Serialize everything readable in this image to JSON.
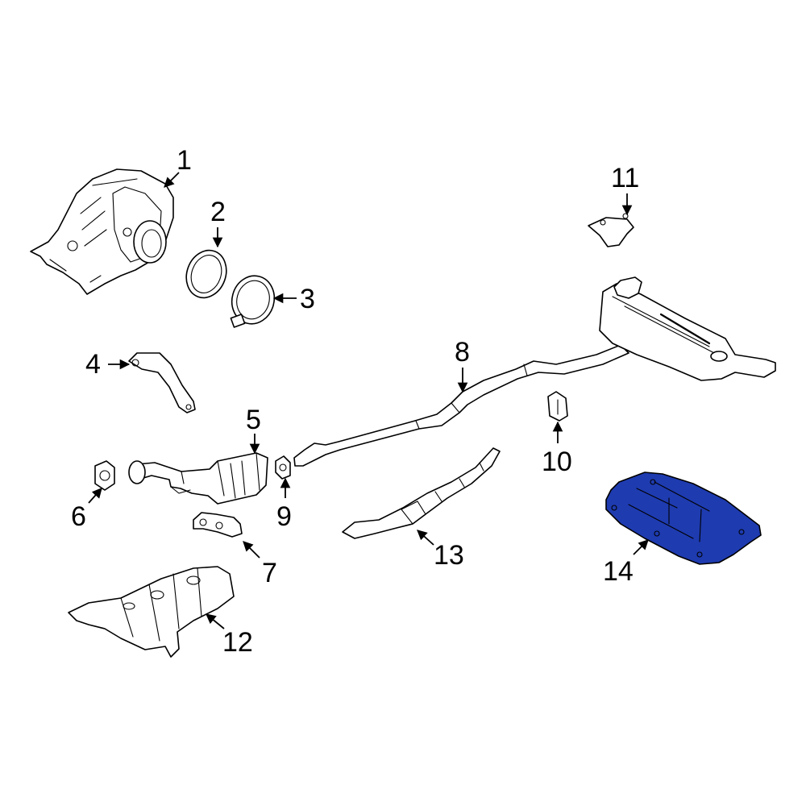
{
  "callouts": {
    "c1": "1",
    "c2": "2",
    "c3": "3",
    "c4": "4",
    "c5": "5",
    "c6": "6",
    "c7": "7",
    "c8": "8",
    "c9": "9",
    "c10": "10",
    "c11": "11",
    "c12": "12",
    "c13": "13",
    "c14": "14"
  },
  "highlight": {
    "part": "14",
    "color": "#1E3BB0"
  }
}
